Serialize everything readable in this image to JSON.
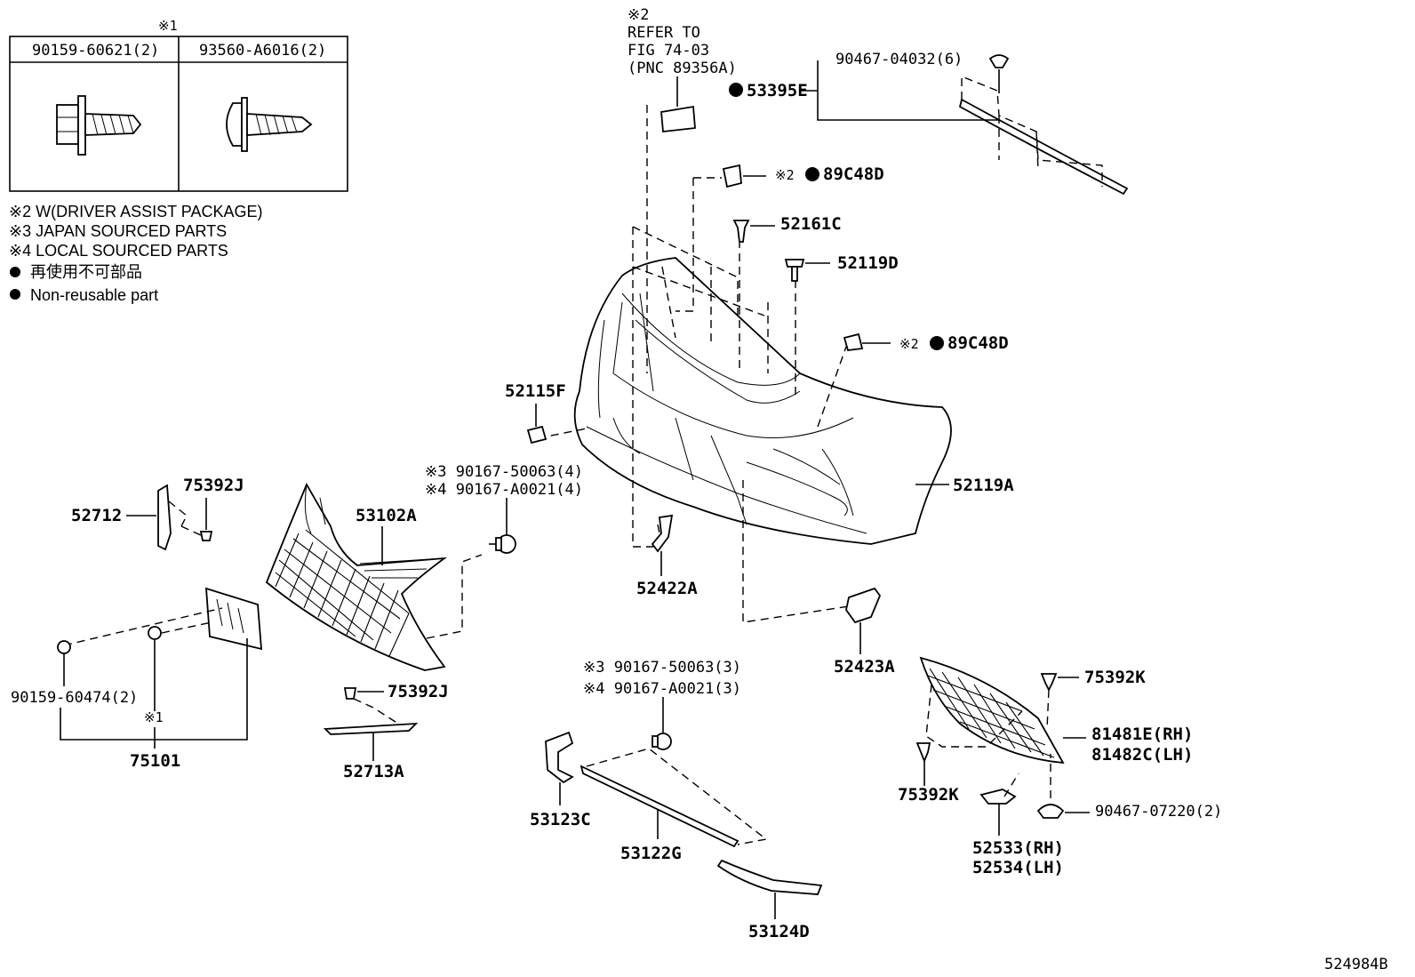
{
  "legend_table": {
    "header_mark": "※1",
    "col1": "90159-60621(2)",
    "col2": "93560-A6016(2)"
  },
  "notes": {
    "n2": "※2 W(DRIVER ASSIST PACKAGE)",
    "n3": "※3 JAPAN SOURCED PARTS",
    "n4": "※4 LOCAL SOURCED PARTS",
    "dot_jp": "再使用不可部品",
    "dot_en": "Non-reusable part"
  },
  "refer": {
    "line1": "※2",
    "line2": "REFER TO",
    "line3": "FIG 74-03",
    "line4": "(PNC 89356A)"
  },
  "labels": {
    "p90467_04032": "90467-04032(6)",
    "p53395E": "53395E",
    "p89C48D_a_note": "※2",
    "p89C48D_a": "89C48D",
    "p52161C": "52161C",
    "p52119D": "52119D",
    "p89C48D_b_note": "※2",
    "p89C48D_b": "89C48D",
    "p52115F": "52115F",
    "p52119A": "52119A",
    "p75392J_top": "75392J",
    "p52712": "52712",
    "p53102A": "53102A",
    "p90167_50063_4": "※3 90167-50063(4)",
    "p90167_A0021_4": "※4 90167-A0021(4)",
    "p52422A": "52422A",
    "p52423A": "52423A",
    "p90159_60474": "90159-60474(2)",
    "p_note1": "※1",
    "p75101": "75101",
    "p75392J_bottom": "75392J",
    "p52713A": "52713A",
    "p90167_50063_3": "※3 90167-50063(3)",
    "p90167_A0021_3": "※4 90167-A0021(3)",
    "p53123C": "53123C",
    "p53122G": "53122G",
    "p53124D": "53124D",
    "p75392K_top": "75392K",
    "p81481E": "81481E(RH)",
    "p81482C": "81482C(LH)",
    "p75392K_bottom": "75392K",
    "p90467_07220": "90467-07220(2)",
    "p52533": "52533(RH)",
    "p52534": "52534(LH)"
  },
  "figure_code": "524984B"
}
